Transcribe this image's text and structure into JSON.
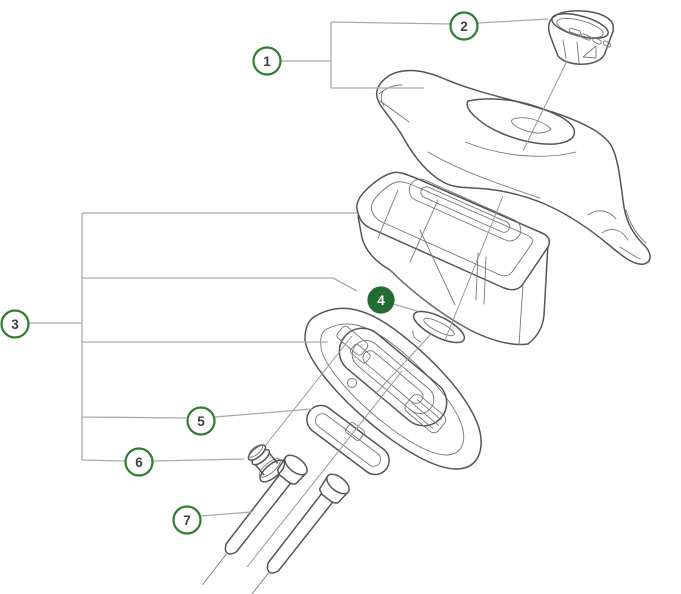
{
  "diagram": {
    "background": "#ffffff",
    "colors": {
      "callout_ring": "#2e7d32",
      "callout_active_fill": "#246b31",
      "callout_number": "#3f4040",
      "line_art": "#54565a",
      "leader_line": "#a8abad"
    },
    "callouts": [
      {
        "label": "1",
        "style": "outline"
      },
      {
        "label": "2",
        "style": "outline"
      },
      {
        "label": "3",
        "style": "outline"
      },
      {
        "label": "4",
        "style": "filled"
      },
      {
        "label": "5",
        "style": "outline"
      },
      {
        "label": "6",
        "style": "outline"
      },
      {
        "label": "7",
        "style": "outline"
      }
    ]
  }
}
